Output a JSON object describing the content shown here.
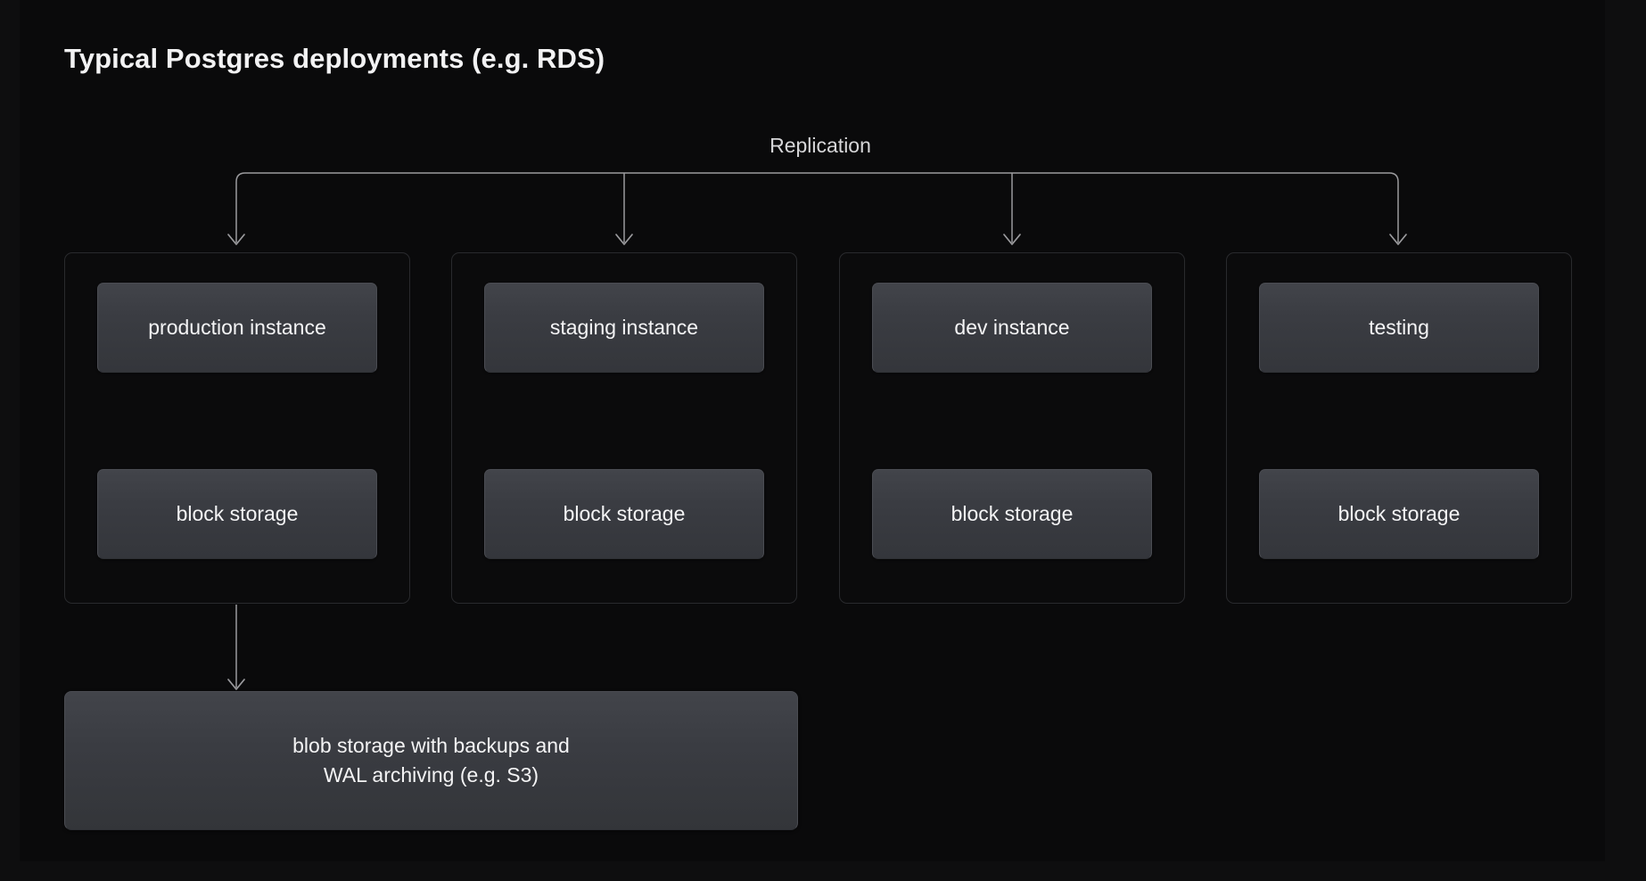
{
  "page": {
    "title": "Typical Postgres deployments (e.g. RDS)",
    "background_color": "#0a0a0b",
    "accent_line_color": "#9b9b9e",
    "box_fill_color": "#3a3c42",
    "panel_border_color": "#292a2d",
    "text_color": "#f4f4f5"
  },
  "diagram": {
    "type": "architecture-flow",
    "replication_label": "Replication",
    "environments": [
      {
        "id": "production",
        "instance_label": "production instance",
        "storage_label": "block storage",
        "has_blob_backup": true
      },
      {
        "id": "staging",
        "instance_label": "staging instance",
        "storage_label": "block storage",
        "has_blob_backup": false
      },
      {
        "id": "dev",
        "instance_label": "dev instance",
        "storage_label": "block storage",
        "has_blob_backup": false
      },
      {
        "id": "testing",
        "instance_label": "testing",
        "storage_label": "block storage",
        "has_blob_backup": false
      }
    ],
    "blob_storage": {
      "line1": "blob storage with backups and",
      "line2": "WAL archiving (e.g. S3)"
    }
  }
}
